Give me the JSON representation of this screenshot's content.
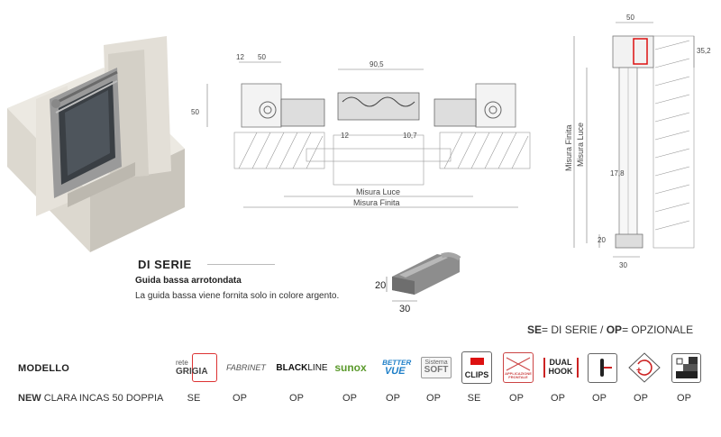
{
  "plan": {
    "dims": {
      "d12": "12",
      "d50": "50",
      "d90_5": "90,5",
      "d50_left": "50",
      "d12_bottom": "12",
      "d10_7": "10,7"
    },
    "label_luce": "Misura Luce",
    "label_finita": "Misura Finita"
  },
  "section": {
    "dims": {
      "d50": "50",
      "d35_2": "35,2",
      "d17_8": "17,8",
      "d20": "20",
      "d30": "30"
    },
    "label_finita": "Misura Finita",
    "label_luce": "Misura Luce"
  },
  "profile": {
    "d20": "20",
    "d30": "30"
  },
  "features": {
    "heading": "DI SERIE",
    "title": "Guida bassa arrotondata",
    "description": "La guida bassa viene fornita solo in colore argento."
  },
  "legend": {
    "se_code": "SE",
    "se_text": "= DI SERIE / ",
    "op_code": "OP",
    "op_text": "= OPZIONALE"
  },
  "table": {
    "header": "MODELLO",
    "row": {
      "new_label": "NEW",
      "model": " CLARA INCAS 50 DOPPIA"
    },
    "columns": [
      {
        "logo_top": "rete",
        "logo_main": "GRIGIA",
        "value": "SE"
      },
      {
        "logo_main": "FABRINET",
        "value": "OP"
      },
      {
        "logo_main": "BLACK",
        "logo_suffix": "LINE",
        "value": "OP"
      },
      {
        "logo_main": "sunox",
        "value": "OP"
      },
      {
        "logo_top": "BETTER",
        "logo_main": "VUE",
        "value": "OP"
      },
      {
        "logo_top": "Sistema",
        "logo_main": "SOFT",
        "value": "OP"
      },
      {
        "logo_main": "CLIPS",
        "value": "SE"
      },
      {
        "logo_main": "APPLICAZIONE FRONTALE",
        "value": "OP"
      },
      {
        "logo_top": "DUAL",
        "logo_main": "HOOK",
        "value": "OP"
      },
      {
        "icon": "handle-icon",
        "value": "OP"
      },
      {
        "icon": "rotation-plus-icon",
        "value": "OP"
      },
      {
        "icon": "profile-block-icon",
        "value": "OP"
      }
    ]
  }
}
